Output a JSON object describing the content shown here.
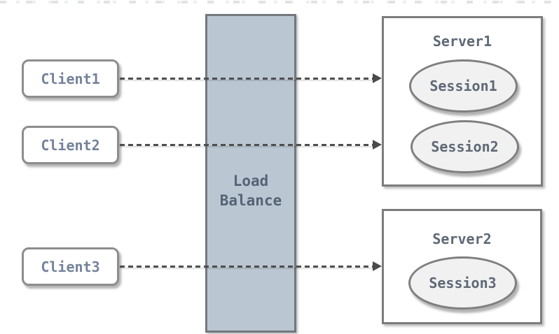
{
  "diagram": {
    "title_hint": "client sessions routed through load balancer to servers",
    "clients": [
      {
        "label": "Client1"
      },
      {
        "label": "Client2"
      },
      {
        "label": "Client3"
      }
    ],
    "load_balancer": {
      "label": "Load\nBalance"
    },
    "servers": [
      {
        "title": "Server1",
        "sessions": [
          {
            "label": "Session1"
          },
          {
            "label": "Session2"
          }
        ]
      },
      {
        "title": "Server2",
        "sessions": [
          {
            "label": "Session3"
          }
        ]
      }
    ],
    "connections": [
      {
        "from": "Client1",
        "to": "Server1"
      },
      {
        "from": "Client2",
        "to": "Server1"
      },
      {
        "from": "Client3",
        "to": "Server2"
      }
    ],
    "colors": {
      "load_balancer_fill": "#bac7d2",
      "load_balancer_border": "#74787d",
      "load_balancer_text": "#566376",
      "node_border": "#8d8d8d",
      "server_border": "#7c7c7c",
      "session_fill": "#f1f1f1",
      "client_text": "#74829a",
      "server_text": "#5e6876",
      "arrow": "#4a4a4a",
      "background": "#ffffff"
    }
  }
}
